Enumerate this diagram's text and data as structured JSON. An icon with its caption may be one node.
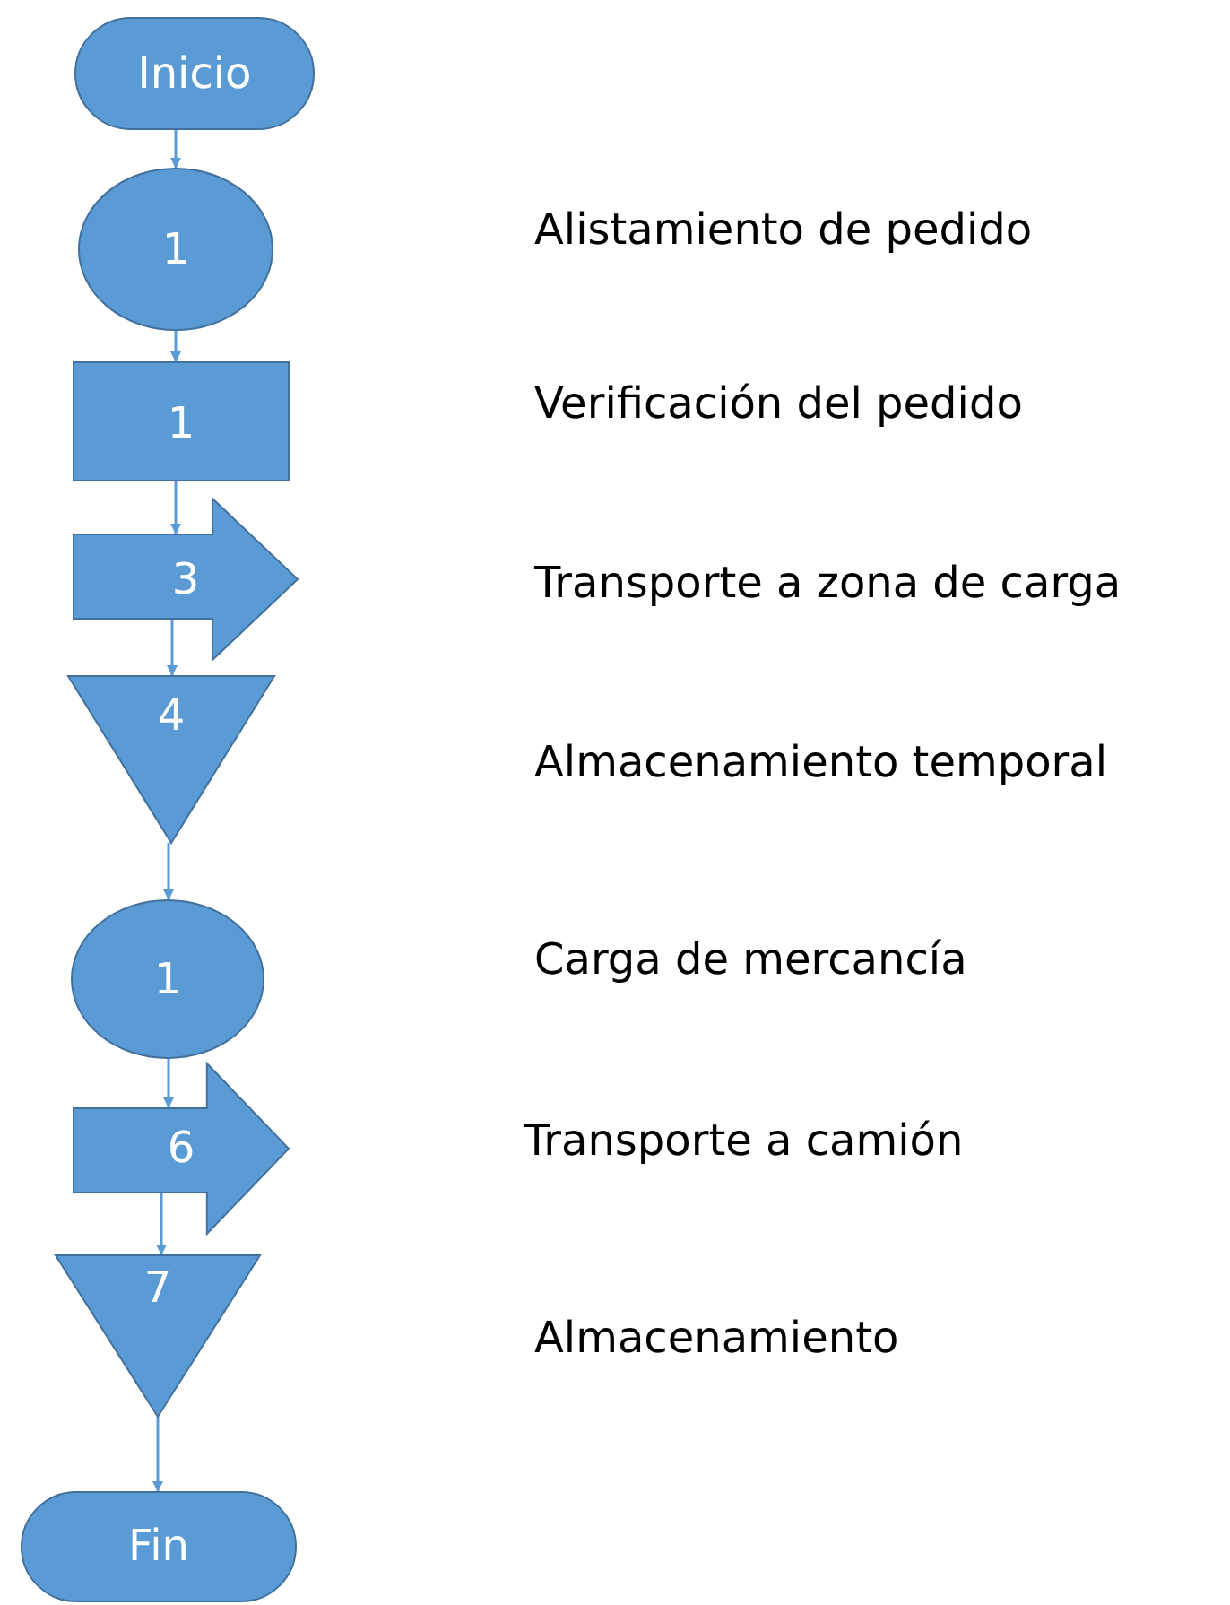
{
  "diagram": {
    "nodes": [
      {
        "text": [
          "Inicio"
        ]
      },
      {
        "text": [
          "1"
        ]
      },
      {
        "text": [
          "1"
        ]
      },
      {
        "text": [
          "3"
        ]
      },
      {
        "text": [
          "4"
        ]
      },
      {
        "text": [
          "1"
        ]
      },
      {
        "text": [
          "6"
        ]
      },
      {
        "text": [
          "7"
        ]
      },
      {
        "text": [
          "Fin"
        ]
      }
    ],
    "edges": [
      {
        "from": 0,
        "to": 1,
        "arrow": "to"
      },
      {
        "from": 1,
        "to": 2,
        "arrow": "to"
      },
      {
        "from": 2,
        "to": 3,
        "arrow": "to"
      },
      {
        "from": 3,
        "to": 4,
        "arrow": "to"
      },
      {
        "from": 4,
        "to": 5,
        "arrow": "to"
      },
      {
        "from": 5,
        "to": 6,
        "arrow": "to"
      },
      {
        "from": 6,
        "to": 7,
        "arrow": "to"
      },
      {
        "from": 7,
        "to": 8,
        "arrow": "to"
      }
    ],
    "labels": [
      "Alistamiento de pedido",
      "Verificación del pedido",
      "Transporte a zona de carga",
      "Almacenamiento temporal",
      "Carga de mercancía",
      "Transporte a camión",
      "Almacenamiento"
    ]
  }
}
